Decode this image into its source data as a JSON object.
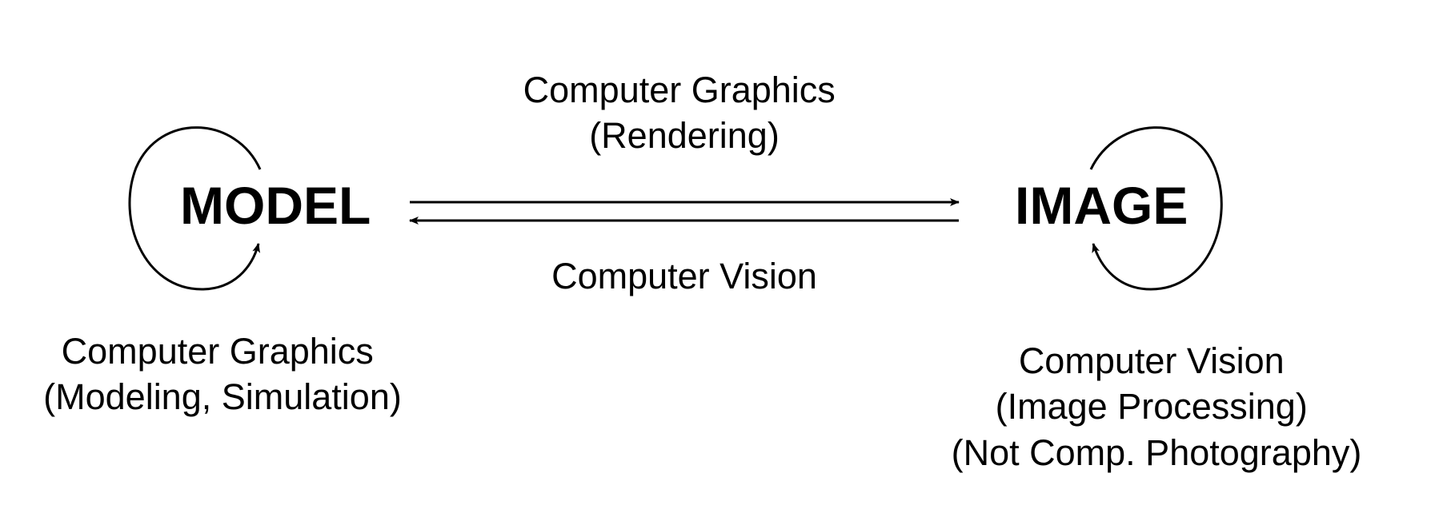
{
  "nodes": {
    "model": {
      "label": "MODEL"
    },
    "image": {
      "label": "IMAGE"
    }
  },
  "arrows": {
    "forward": {
      "line1": "Computer Graphics",
      "line2": "(Rendering)"
    },
    "backward": {
      "line1": "Computer Vision"
    }
  },
  "loops": {
    "model": {
      "line1": "Computer Graphics",
      "line2": "(Modeling, Simulation)"
    },
    "image": {
      "line1": "Computer Vision",
      "line2": "(Image Processing)",
      "line3": "(Not Comp. Photography)"
    }
  },
  "colors": {
    "stroke": "#000000",
    "text": "#000000",
    "background": "#ffffff"
  }
}
